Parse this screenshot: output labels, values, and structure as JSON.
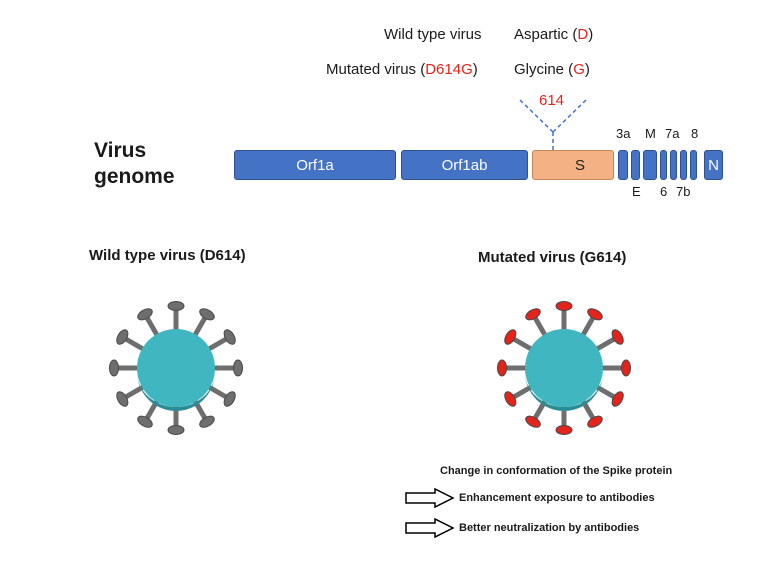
{
  "header": {
    "wild_label": "Wild type virus",
    "wild_aa_name": "Aspartic (",
    "wild_aa_code": "D",
    "wild_aa_close": ")",
    "mut_label_text": "Mutated virus (",
    "mut_label_code": "D614G",
    "mut_label_close": ")",
    "mut_aa_name": "Glycine (",
    "mut_aa_code": "G",
    "mut_aa_close": ")",
    "position": "614"
  },
  "genome": {
    "title_line1": "Virus",
    "title_line2": "genome",
    "segments": [
      "Orf1a",
      "Orf1ab",
      "S",
      "N"
    ],
    "top_labels": [
      "3a",
      "M",
      "7a",
      "8"
    ],
    "bottom_labels": [
      "E",
      "6",
      "7b"
    ]
  },
  "viruses": {
    "wild_title": "Wild type virus (D614)",
    "mutated_title": "Mutated virus (G614)"
  },
  "notes": {
    "heading": "Change in conformation of the Spike protein",
    "items": [
      "Enhancement exposure to antibodies",
      "Better neutralization by antibodies"
    ]
  },
  "colors": {
    "segment_blue": "#4472c4",
    "segment_s": "#f4b183",
    "virus_body": "#3fb6c0",
    "spike_gray": "#6e6e6e",
    "mutation_red": "#e3241b"
  }
}
